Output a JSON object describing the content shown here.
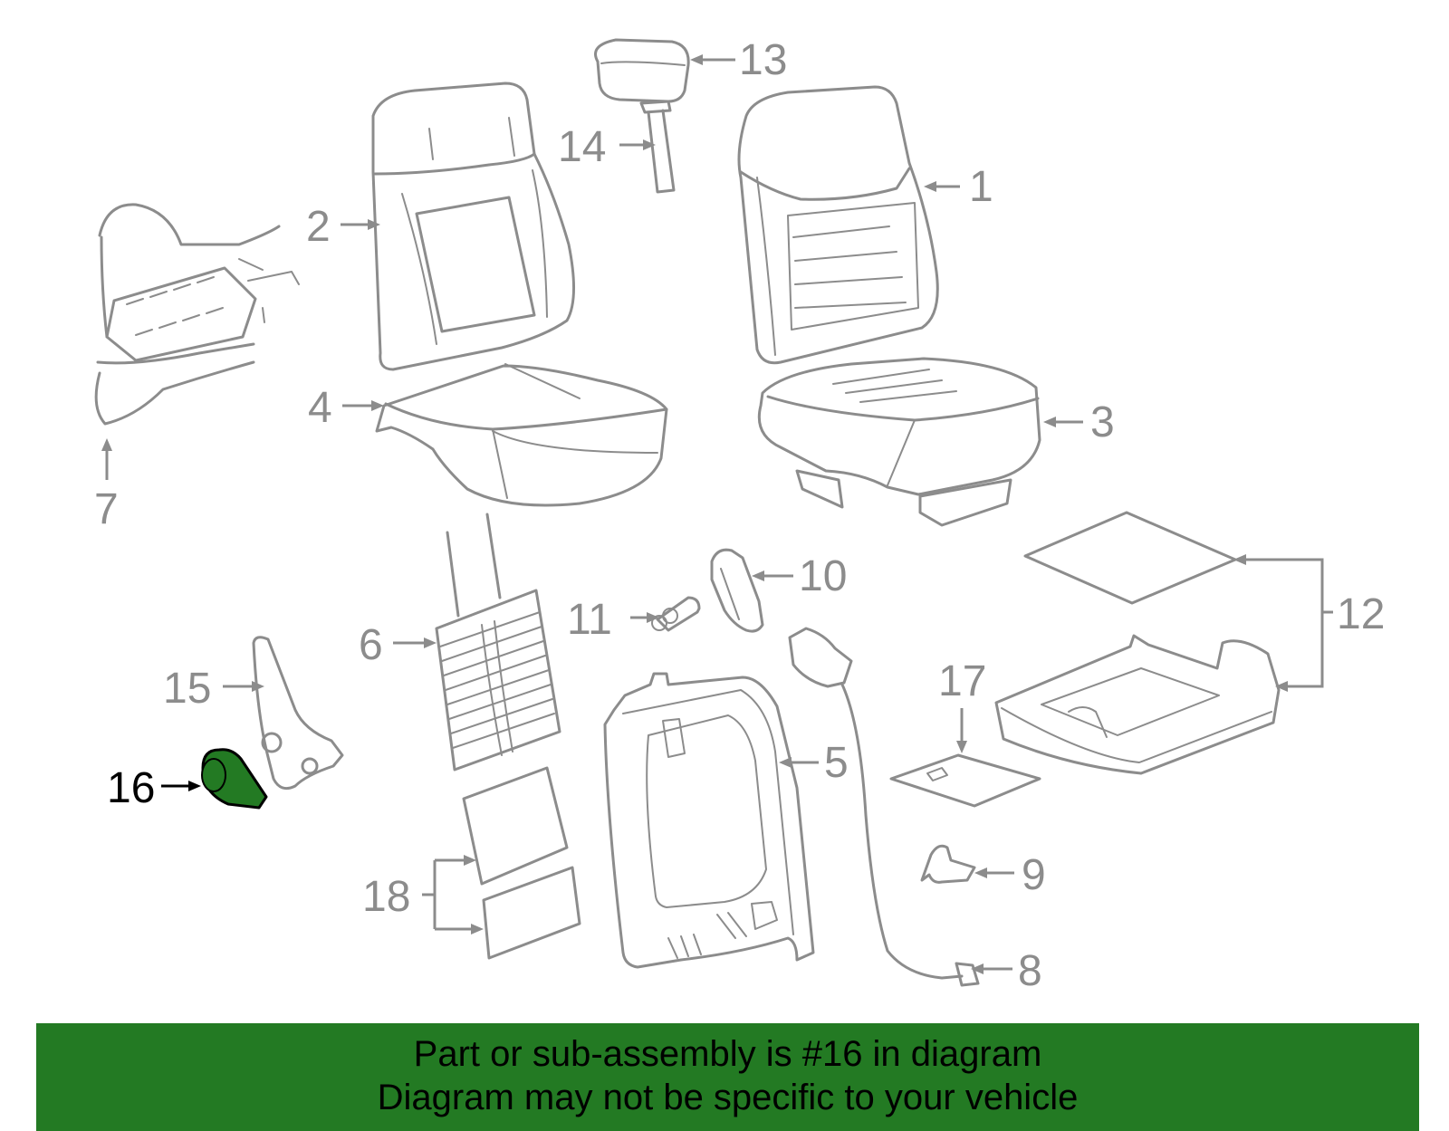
{
  "callouts": {
    "c1": "1",
    "c2": "2",
    "c3": "3",
    "c4": "4",
    "c5": "5",
    "c6": "6",
    "c7": "7",
    "c8": "8",
    "c9": "9",
    "c10": "10",
    "c11": "11",
    "c12": "12",
    "c13": "13",
    "c14": "14",
    "c15": "15",
    "c16": "16",
    "c17": "17",
    "c18": "18"
  },
  "highlight": {
    "part": "16",
    "color": "#237a23"
  },
  "banner": {
    "line1": "Part or sub-assembly is #16 in diagram",
    "line2": "Diagram may not be specific to your vehicle",
    "background": "#237a23"
  },
  "colors": {
    "line": "#8c8c8c",
    "highlight_label": "#000000"
  }
}
